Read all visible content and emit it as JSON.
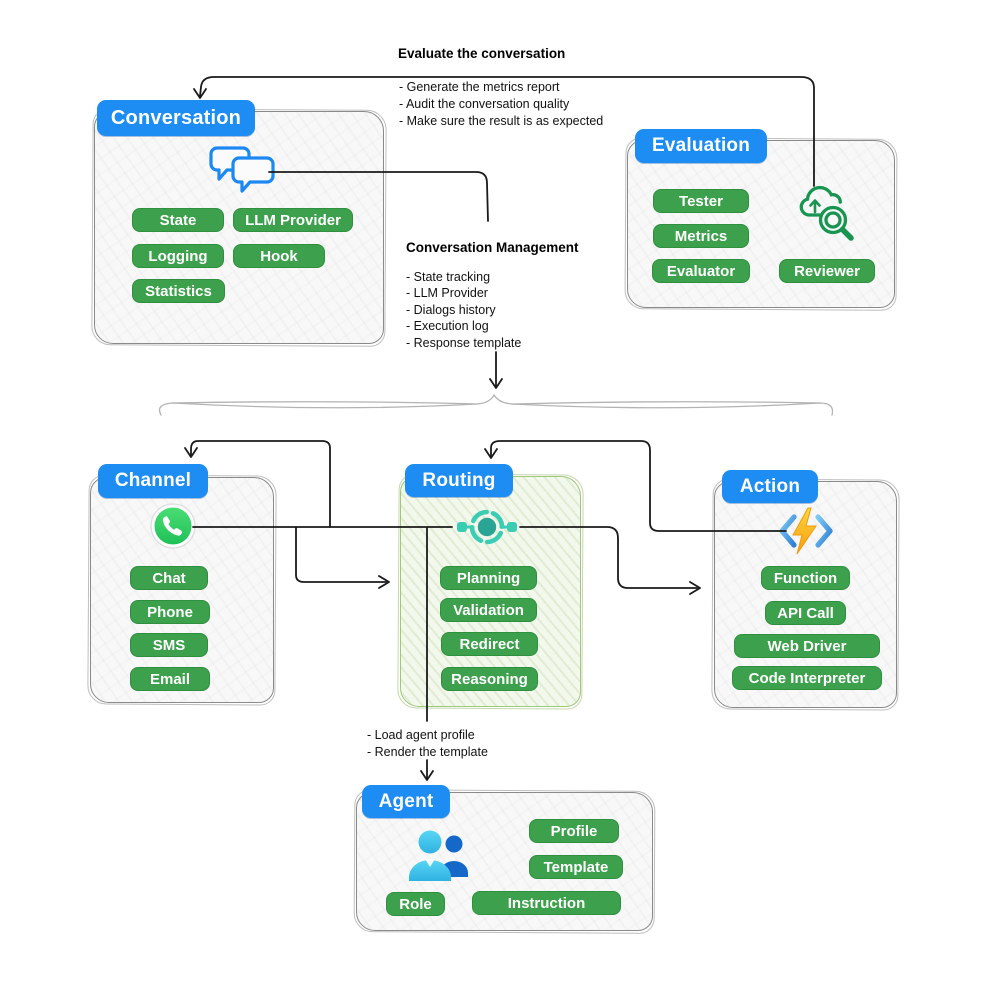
{
  "annotations": {
    "evaluate": {
      "title": "Evaluate the conversation",
      "bullets": [
        "- Generate the metrics report",
        "- Audit the conversation quality",
        "- Make sure the result is as expected"
      ]
    },
    "conversation_management": {
      "title": "Conversation Management",
      "bullets": [
        "- State tracking",
        "- LLM Provider",
        "- Dialogs history",
        "- Execution log",
        "- Response template"
      ]
    },
    "agent_note": {
      "bullets": [
        "- Load agent profile",
        "- Render the template"
      ]
    }
  },
  "boxes": {
    "conversation": {
      "title": "Conversation",
      "pills": [
        "State",
        "LLM Provider",
        "Logging",
        "Hook",
        "Statistics"
      ]
    },
    "evaluation": {
      "title": "Evaluation",
      "pills": [
        "Tester",
        "Metrics",
        "Evaluator",
        "Reviewer"
      ]
    },
    "channel": {
      "title": "Channel",
      "pills": [
        "Chat",
        "Phone",
        "SMS",
        "Email"
      ]
    },
    "routing": {
      "title": "Routing",
      "pills": [
        "Planning",
        "Validation",
        "Redirect",
        "Reasoning"
      ]
    },
    "action": {
      "title": "Action",
      "pills": [
        "Function",
        "API Call",
        "Web Driver",
        "Code Interpreter"
      ]
    },
    "agent": {
      "title": "Agent",
      "pills": [
        "Profile",
        "Template",
        "Role",
        "Instruction"
      ]
    }
  },
  "icons": {
    "conversation": "chat-bubbles-icon",
    "evaluation": "cloud-search-icon",
    "channel": "whatsapp-icon",
    "routing": "hub-node-icon",
    "action": "lightning-code-icon",
    "agent": "people-icon"
  },
  "colors": {
    "header_blue": "#1d8cf3",
    "pill_green": "#3da04c",
    "pill_border_green": "#2e8f3e",
    "whatsapp_green": "#2bd45f",
    "hub_teal": "#3bcdb4",
    "hub_core_teal": "#2aa595",
    "eval_icon_green": "#179551",
    "bolt_yellow": "#ffc72c",
    "chevron_blue": "#3b8fdd",
    "person_light_blue": "#41c3ea",
    "person_dark_blue": "#1468c8",
    "chat_bubble_blue": "#1e88f2",
    "line_black": "#1a1a1a",
    "brace_gray": "#b3b3b3"
  }
}
